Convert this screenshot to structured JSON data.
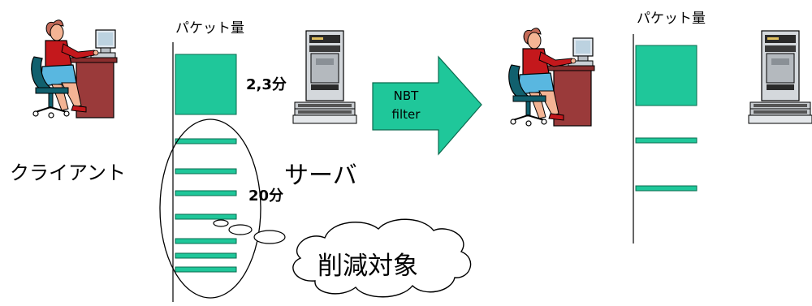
{
  "labels": {
    "packet_volume_left": "パケット量",
    "packet_volume_right": "パケット量",
    "client": "クライアント",
    "server": "サーバ",
    "duration_short": "2,3分",
    "duration_long": "20分",
    "reduction_target": "削減対象",
    "filter_line1": "NBT",
    "filter_line2": "filter"
  },
  "colors": {
    "packet": "#1fc79a",
    "arrow": "#1fc79a",
    "shirt": "#c4181c",
    "skirt": "#59b7e0",
    "desk": "#9a3a3a",
    "chair": "#11606e",
    "skin": "#f4b494",
    "hair": "#c46a58"
  }
}
